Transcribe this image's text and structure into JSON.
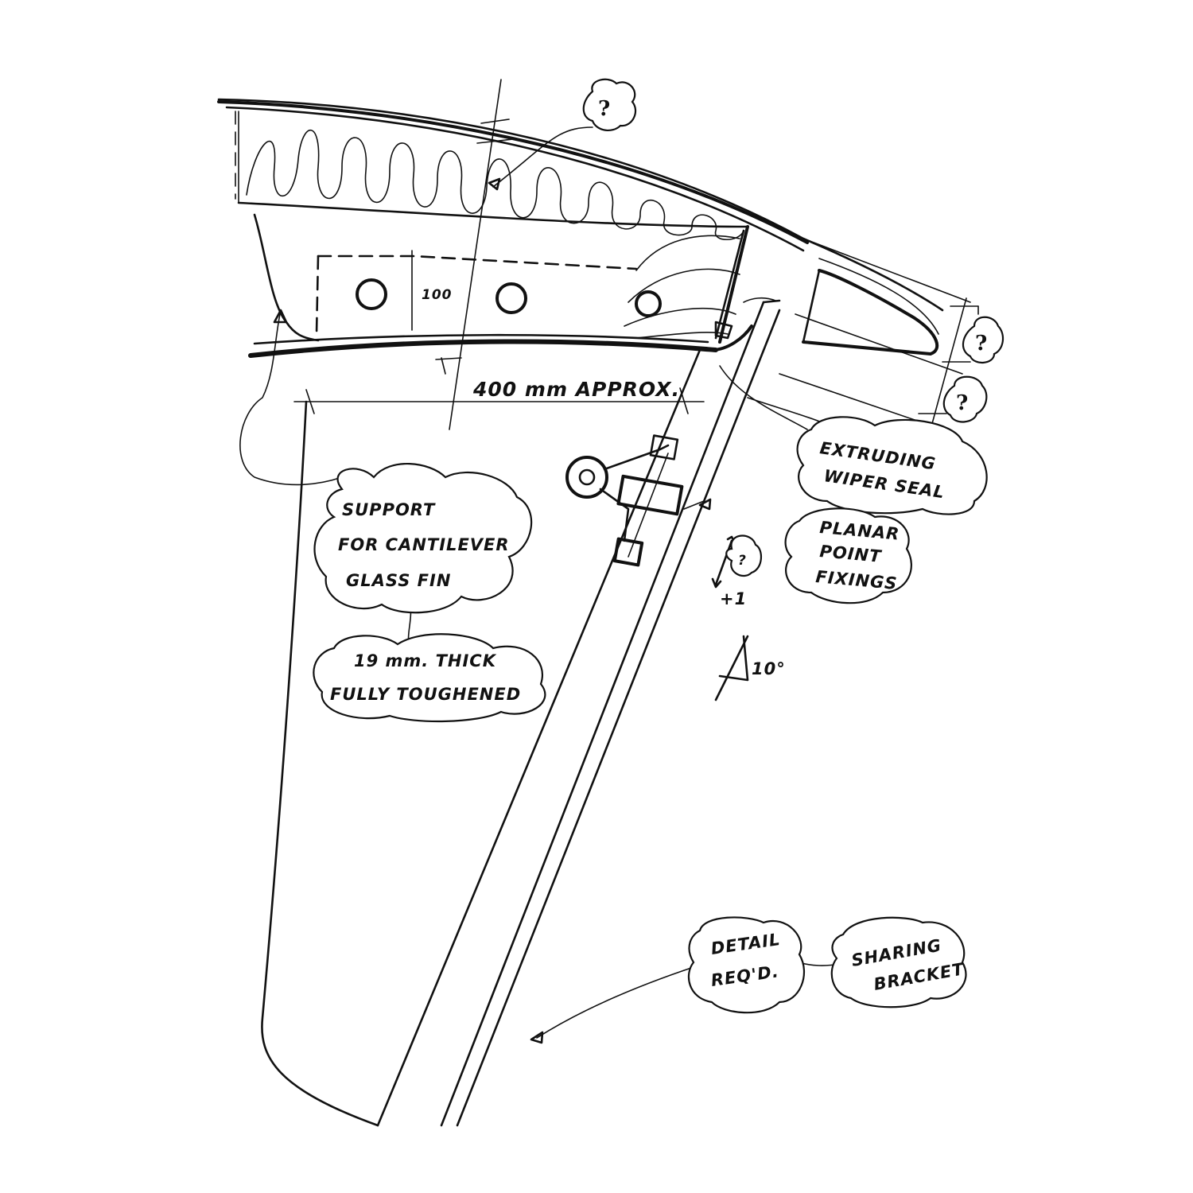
{
  "sketch": {
    "labels": {
      "dim_400": "400 mm APPROX.",
      "dim_100": "100",
      "support_line1": "SUPPORT",
      "support_line2": "FOR CANTILEVER",
      "support_line3": "GLASS FIN",
      "thick_line1": "19 mm. THICK",
      "thick_line2": "FULLY TOUGHENED",
      "seal_line1": "EXTRUDING",
      "seal_line2": "WIPER SEAL",
      "fixing_line1": "PLANAR",
      "fixing_line2": "POINT",
      "fixing_line3": "FIXINGS",
      "detail_line1": "DETAIL",
      "detail_line2": "REQ'D.",
      "sharing_line1": "SHARING",
      "sharing_line2": "BRACKET",
      "tol_line1": "?",
      "tol_line2": "+1",
      "angle": "10°",
      "q_top": "?",
      "q_right1": "?",
      "q_right2": "?"
    }
  }
}
